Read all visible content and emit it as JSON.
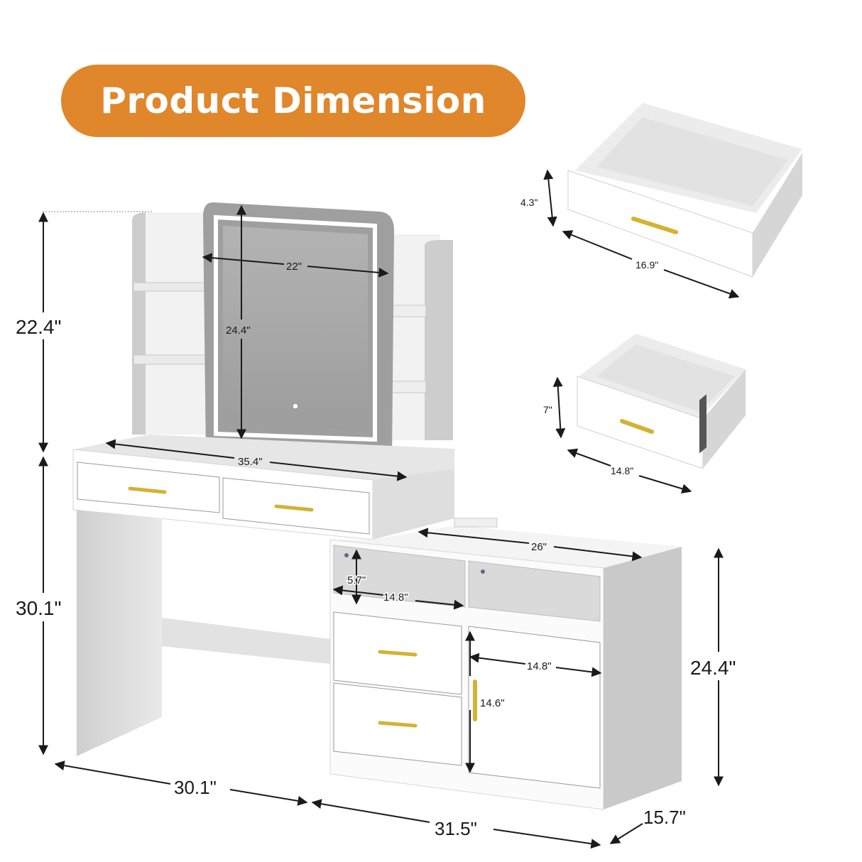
{
  "title": "Product Dimension",
  "colors": {
    "accent": "#e0862b",
    "furniture_white": "#f7f7f7",
    "furniture_shade": "#d4d4d4",
    "mirror_glass": "#a9a9a9",
    "handle_gold": "#d4b232",
    "dimension_line": "#1a1a1a"
  },
  "main_unit": {
    "hutch_height": "22.4\"",
    "desk_height": "30.1\"",
    "mirror_width": "22\"",
    "mirror_height": "24.4\"",
    "desktop_width": "35.4\"",
    "desk_base_width": "30.1\"",
    "cabinet_width": "31.5\"",
    "cabinet_depth": "15.7\"",
    "cabinet_height": "24.4\"",
    "cabinet_top_width": "26\"",
    "open_shelf_height": "5.7\"",
    "open_shelf_width": "14.8\"",
    "door_width": "14.8\"",
    "door_height": "14.6\""
  },
  "drawer_large": {
    "height": "4.3\"",
    "width": "16.9\""
  },
  "drawer_small": {
    "height": "7\"",
    "width": "14.8\""
  }
}
